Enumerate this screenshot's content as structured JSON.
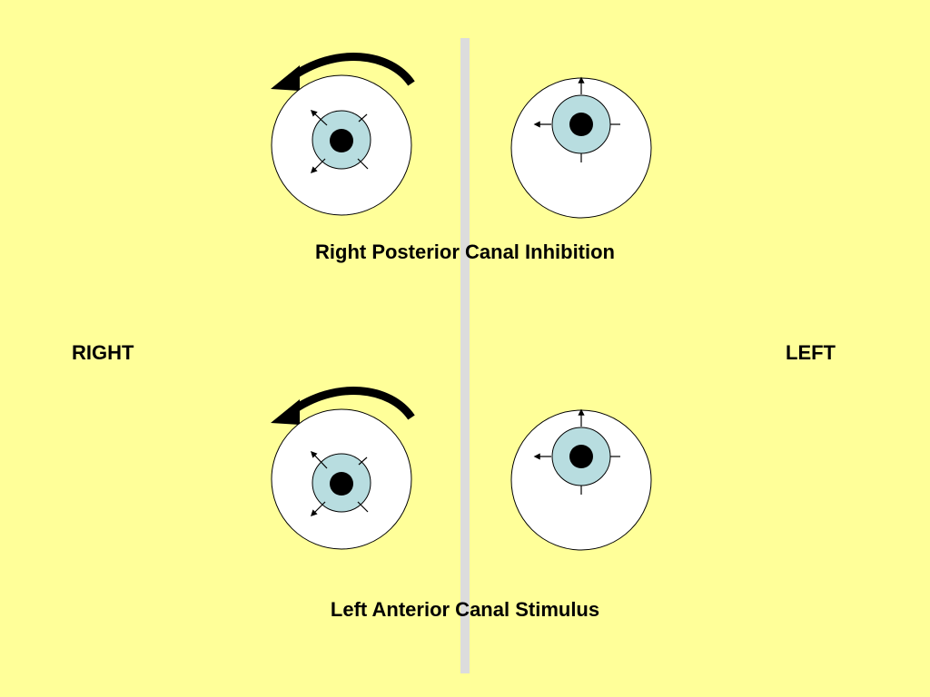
{
  "captions": {
    "top": "Right Posterior Canal Inhibition",
    "bottom": "Left Anterior Canal Stimulus"
  },
  "sides": {
    "right": "RIGHT",
    "left": "LEFT"
  },
  "colors": {
    "background": "#ffff99",
    "divider": "#dcdcdc",
    "eyeball": "#ffffff",
    "iris": "#b8dde0",
    "pupil": "#000000"
  },
  "panels": [
    {
      "id": "top-right-eye",
      "rotation_arrow": "counterclockwise-arrow",
      "movement": "torsional",
      "axis_marks": "diagonal"
    },
    {
      "id": "top-left-eye",
      "movement": "vertical-up-and-horizontal-left",
      "axis_marks": "cross"
    },
    {
      "id": "bottom-right-eye",
      "rotation_arrow": "counterclockwise-arrow",
      "movement": "torsional",
      "axis_marks": "diagonal"
    },
    {
      "id": "bottom-left-eye",
      "movement": "vertical-up-and-horizontal-left",
      "axis_marks": "cross"
    }
  ]
}
